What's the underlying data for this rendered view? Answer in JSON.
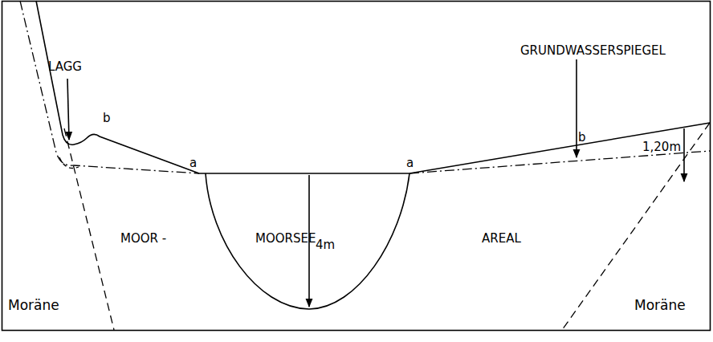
{
  "diagram": {
    "labels": [
      "LAGG",
      "b",
      "a",
      "a",
      "GRUNDWASSERSPIEGEL",
      "b",
      "1,20m",
      "MOOR -",
      "MOORSEE",
      "AREAL",
      "4m",
      "Moräne",
      "Moräne"
    ]
  }
}
